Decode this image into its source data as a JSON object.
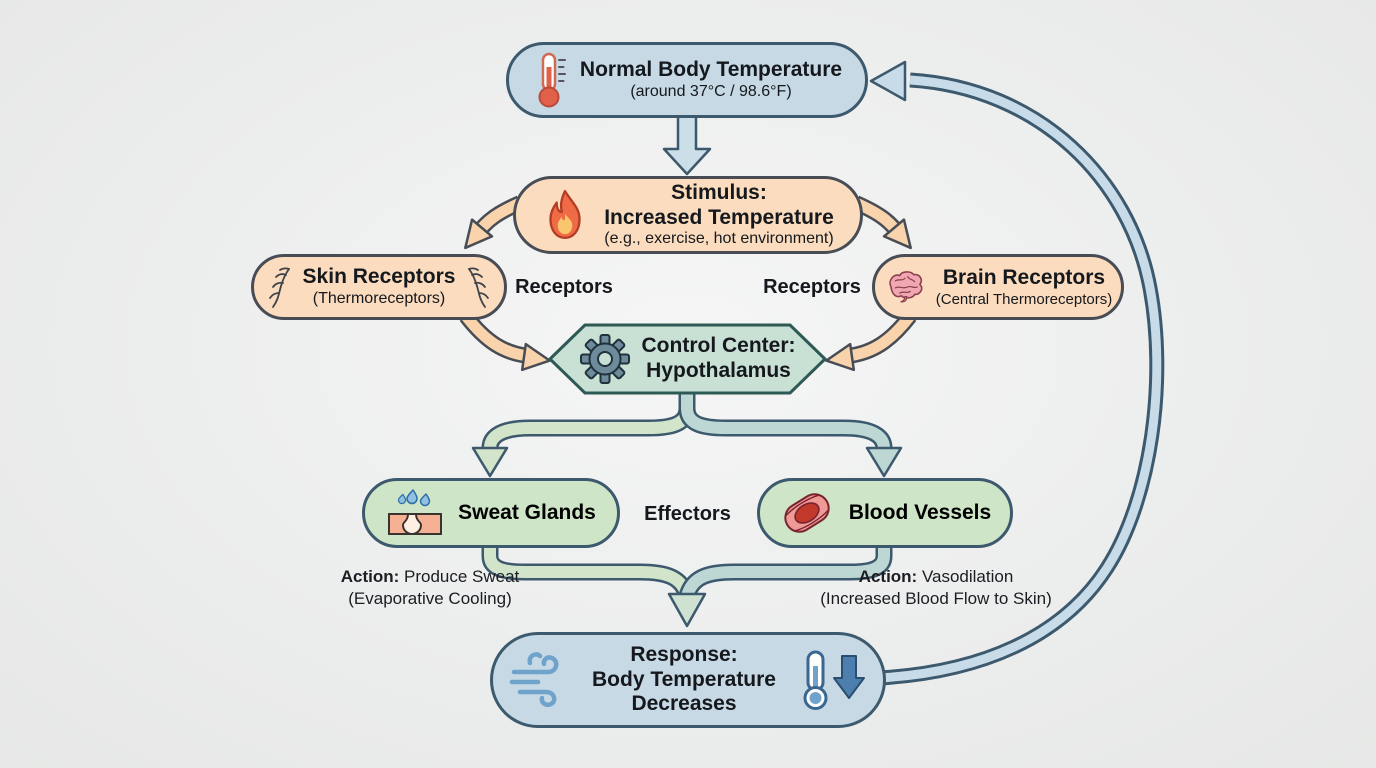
{
  "diagram": {
    "nodes": {
      "normal_temp": {
        "title": "Normal Body Temperature",
        "subtitle": "(around 37°C / 98.6°F)"
      },
      "stimulus": {
        "line1": "Stimulus:",
        "line2": "Increased Temperature",
        "line3": "(e.g., exercise, hot environment)"
      },
      "skin_receptors": {
        "title": "Skin Receptors",
        "subtitle": "(Thermoreceptors)"
      },
      "brain_receptors": {
        "title": "Brain Receptors",
        "subtitle": "(Central Thermoreceptors)"
      },
      "control_center": {
        "line1": "Control Center:",
        "line2": "Hypothalamus"
      },
      "sweat_glands": {
        "title": "Sweat Glands"
      },
      "blood_vessels": {
        "title": "Blood Vessels"
      },
      "response": {
        "line1": "Response:",
        "line2": "Body Temperature",
        "line3": "Decreases"
      }
    },
    "labels": {
      "receptors_left": "Receptors",
      "receptors_right": "Receptors",
      "effectors": "Effectors",
      "sweat_action_bold": "Action:",
      "sweat_action_rest": " Produce Sweat",
      "sweat_action_line2": "(Evaporative Cooling)",
      "vessel_action_bold": "Action:",
      "vessel_action_rest": " Vasodilation",
      "vessel_action_line2": "(Increased Blood Flow to Skin)"
    },
    "icons": {
      "normal_temp": "thermometer-hot-icon",
      "stimulus": "flame-icon",
      "skin_receptors": "nerve-ending-icon",
      "brain_receptors": "brain-icon",
      "control_center": "gear-icon",
      "sweat_glands": "sweat-gland-icon",
      "blood_vessels": "blood-vessel-icon",
      "response_left": "wind-icon",
      "response_right": "thermometer-down-icon"
    },
    "colors": {
      "background": "#eceded",
      "blue_node": "#c6d9e4",
      "peach_node": "#fbdcbe",
      "green_node": "#cfe5c7",
      "teal_node": "#c9e0d5",
      "blue_border": "#3c596d",
      "peach_border": "#474c55",
      "teal_border": "#2d5a55",
      "arrow_peach": "#f8d3ab",
      "arrow_blue": "#c7dbe8",
      "arrow_green": "#d2e4c9",
      "arrow_teal": "#bdd8d4"
    }
  }
}
